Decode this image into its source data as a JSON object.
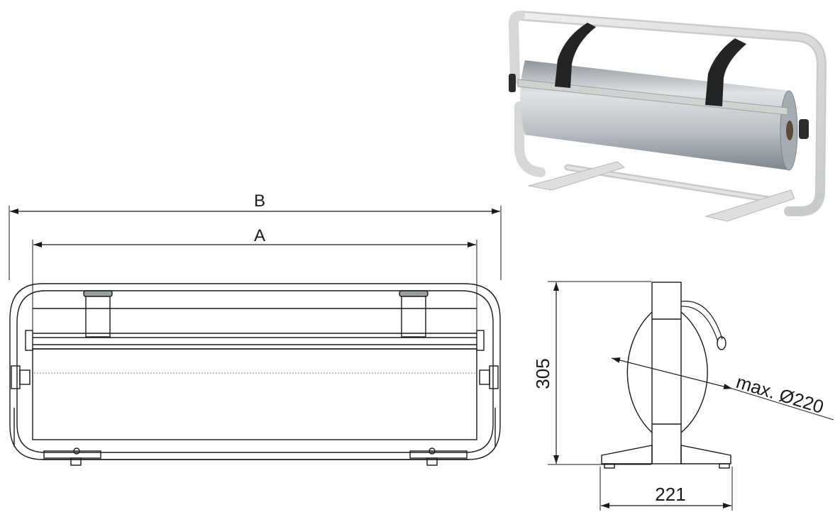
{
  "dimensions": {
    "label_b": "B",
    "label_a": "A",
    "height": "305",
    "depth": "221",
    "roll_diameter": "max. Ø220"
  },
  "colors": {
    "line": "#1a1a1a",
    "frame_gray": "#d9dcd9",
    "roll_silver": "#b9bfc4",
    "strap_black": "#222426"
  },
  "icons": {
    "photo": "roll-dispenser-photo-icon"
  }
}
